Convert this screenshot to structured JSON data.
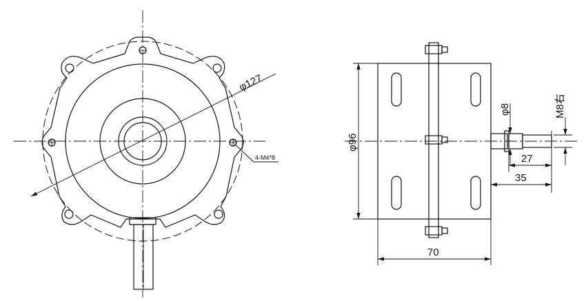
{
  "front_view": {
    "outer_diameter_label": "φ127",
    "mount_hole_label": "4-M4*8"
  },
  "side_view": {
    "body_diameter_label": "φ96",
    "shaft_diameter_label": "φ8",
    "thread_label": "M8右",
    "shaft_length_label": "27",
    "shaft_extension_label": "35",
    "body_length_label": "70"
  }
}
